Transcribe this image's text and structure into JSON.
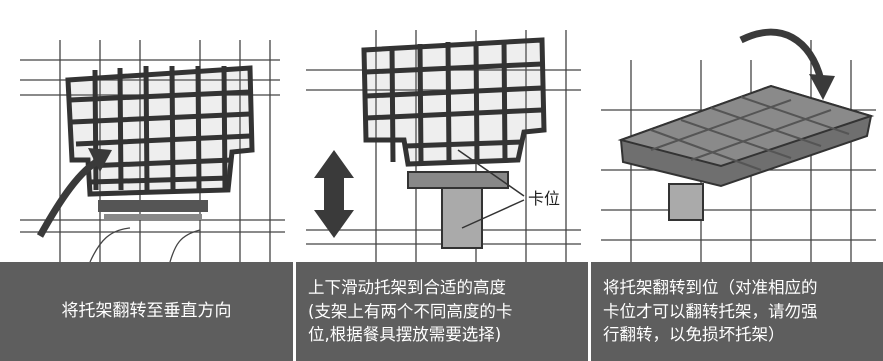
{
  "steps": [
    {
      "caption": "将托架翻转至垂直方向"
    },
    {
      "caption": "上下滑动托架到合适的高度\n(支架上有两个不同高度的卡\n位,根据餐具摆放需要选择)",
      "label": "卡位"
    },
    {
      "caption": "将托架翻转到位（对准相应的\n卡位才可以翻转托架，请勿强\n行翻转，以免损坏托架）"
    }
  ],
  "colors": {
    "caption_bg": "#5e5e5e",
    "caption_text": "#ffffff",
    "outline": "#333333",
    "rack_fill": "#6f6f6f",
    "arrow": "#3a3a3a"
  }
}
